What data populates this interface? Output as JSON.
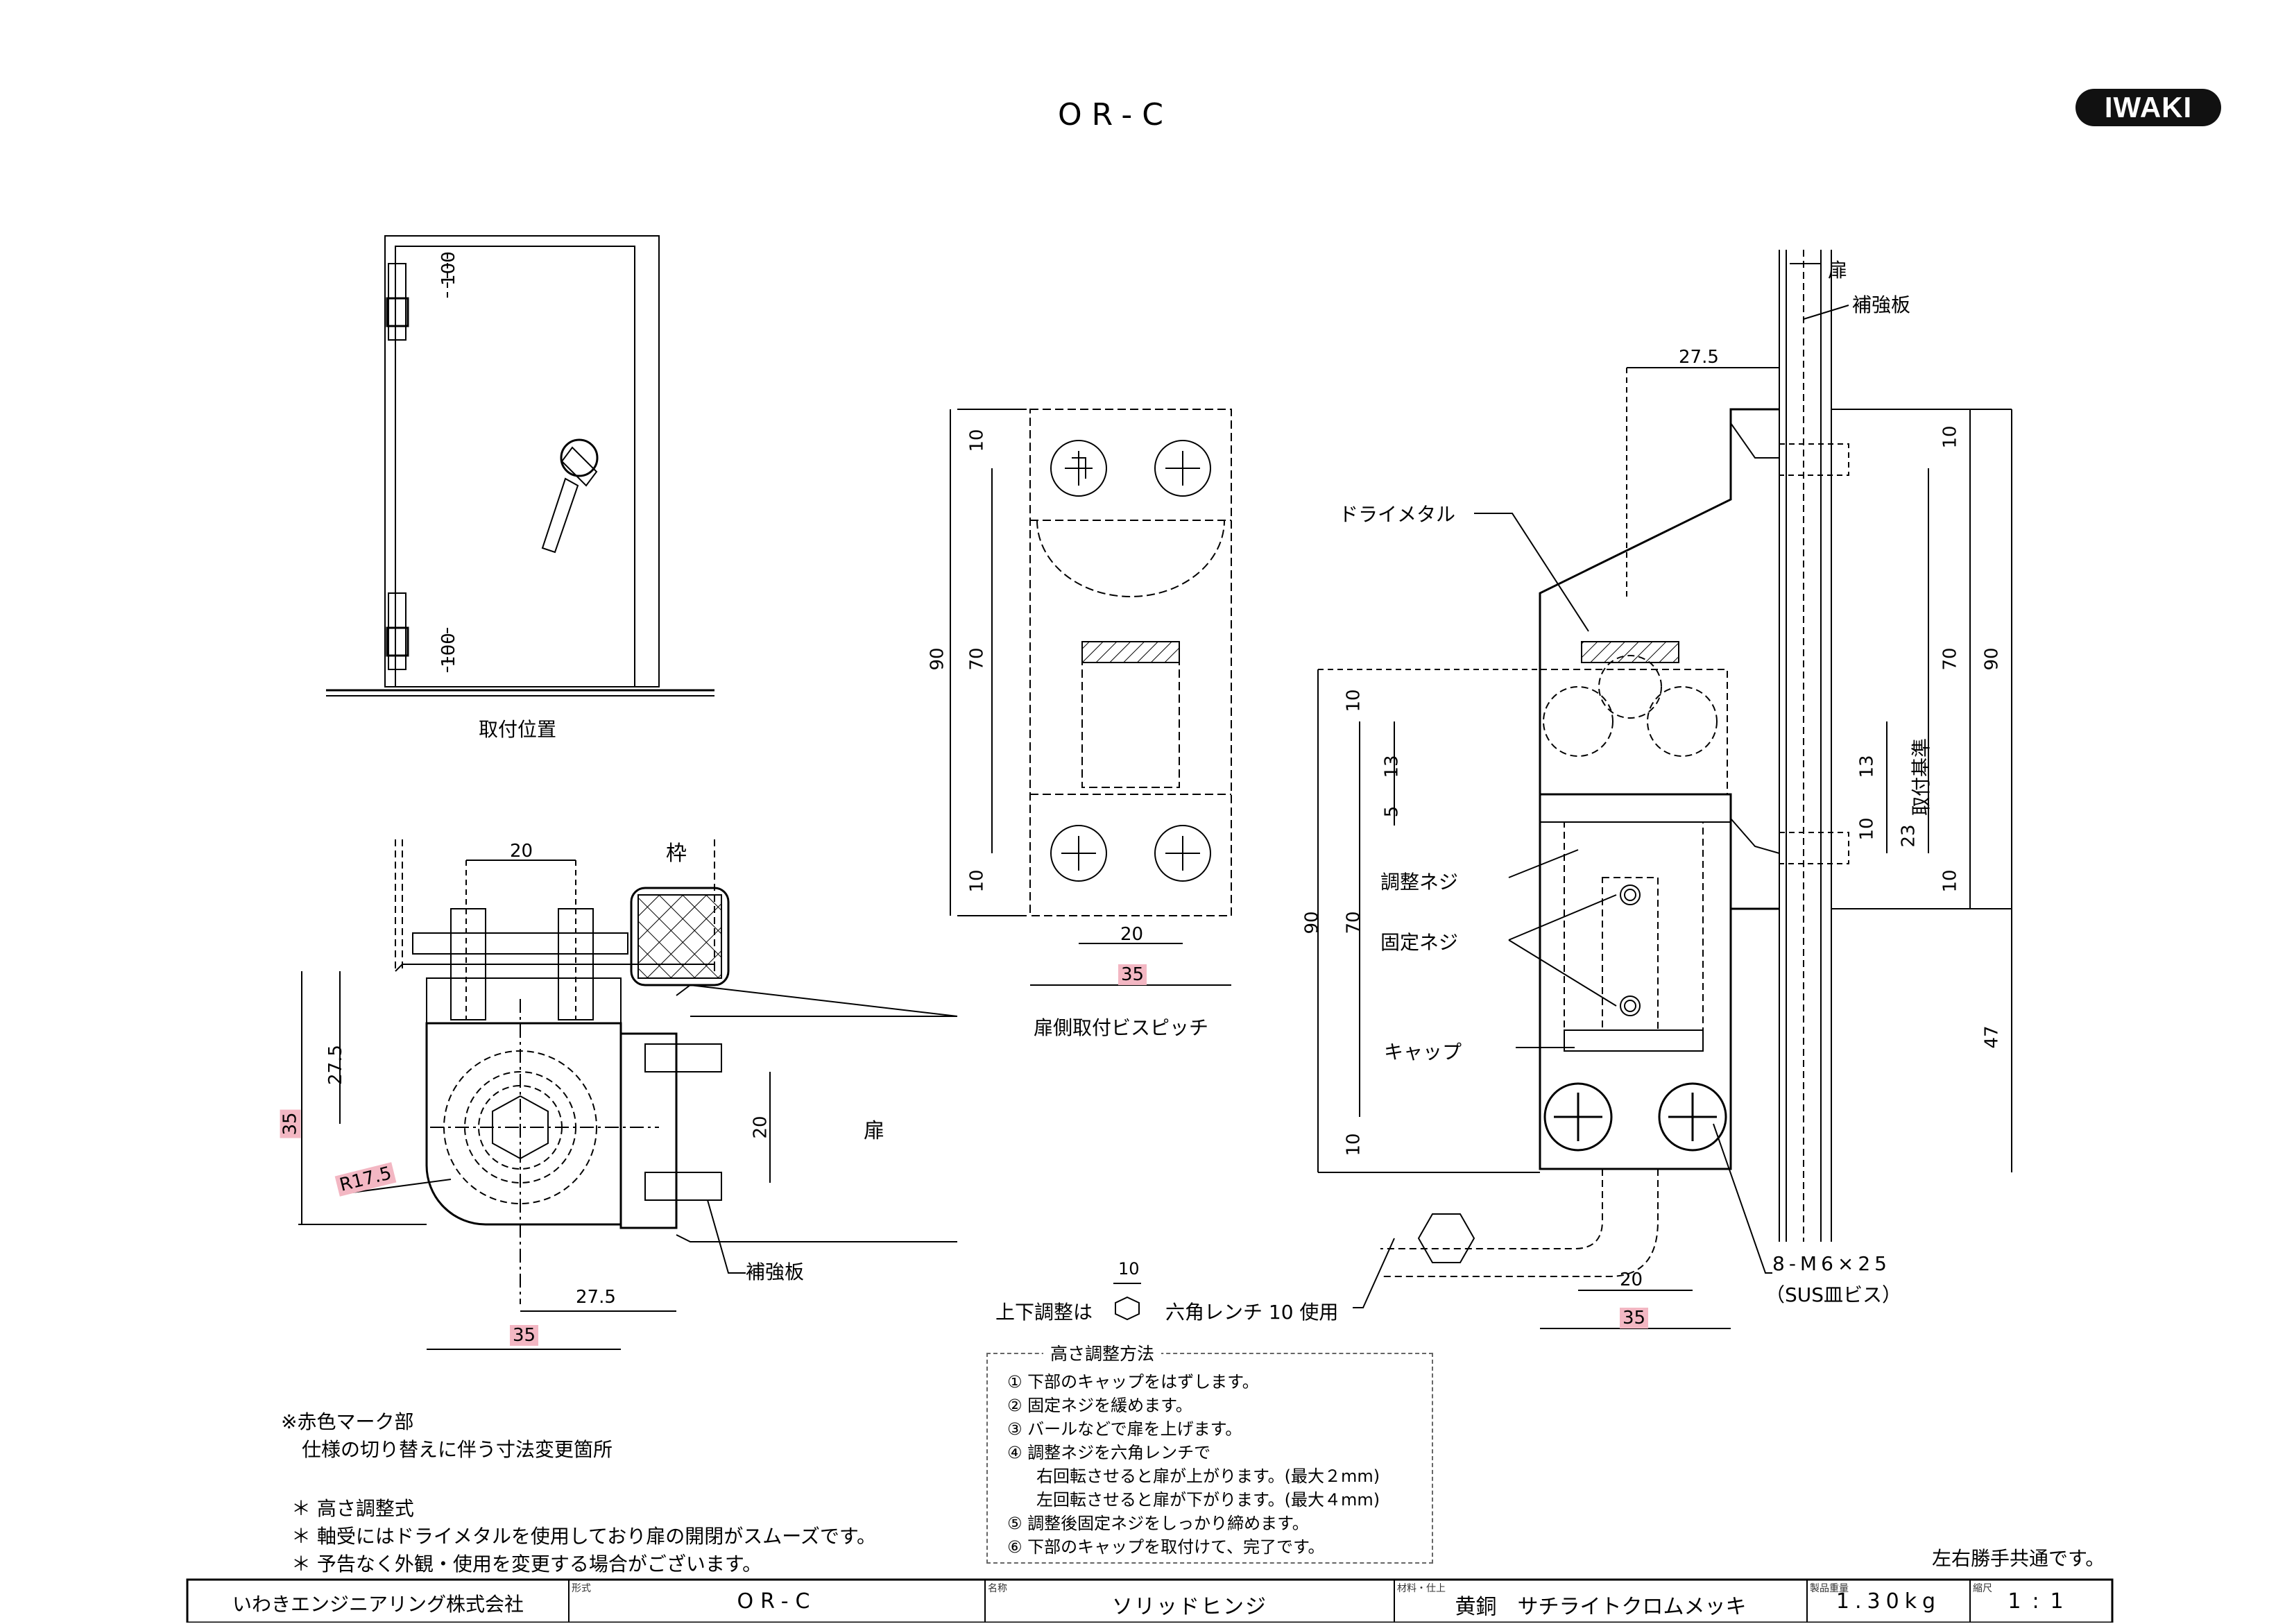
{
  "header": {
    "title": "OR-C",
    "logo": "IWAKI"
  },
  "install_view": {
    "dim_top": "100",
    "dim_bottom": "100",
    "caption": "取付位置"
  },
  "plan_view": {
    "dim_20": "20",
    "frame_label": "枠",
    "dim_27_5_v": "27.5",
    "dim_35_v": "35",
    "radius": "R17.5",
    "dim_20_v": "20",
    "door_label": "扉",
    "plate_label": "補強板",
    "dim_27_5_h": "27.5",
    "dim_35_h": "35"
  },
  "pitch_view": {
    "dim_90": "90",
    "dim_10_top": "10",
    "dim_70": "70",
    "dim_10_bottom": "10",
    "dim_20": "20",
    "dim_35": "35",
    "caption": "扉側取付ビスピッチ"
  },
  "side_view": {
    "door": "扉",
    "plate": "補強板",
    "dim_27_5": "27.5",
    "dry_metal": "ドライメタル",
    "r_10_top": "10",
    "r_70": "70",
    "r_90": "90",
    "r_13": "13",
    "r_ref": "取付基準",
    "r_23": "23",
    "r_10_mid": "10",
    "r_10_low": "10",
    "r_47": "47",
    "l_10_top": "10",
    "l_13": "13",
    "l_5": "5",
    "l_90": "90",
    "l_70": "70",
    "l_10_bottom": "10",
    "adjust_screw": "調整ネジ",
    "fix_screw": "固定ネジ",
    "cap": "キャップ",
    "dim_20": "20",
    "dim_35": "35",
    "screws": "8-M6×25",
    "screws_note": "（SUS皿ビス）",
    "hex_dim": "10",
    "hex_note_left": "上下調整は",
    "hex_note_right": "六角レンチ 10 使用"
  },
  "notes": {
    "red_mark_1": "※赤色マーク部",
    "red_mark_2": "仕様の切り替えに伴う寸法変更箇所",
    "bullets": [
      "＊ 高さ調整式",
      "＊ 軸受にはドライメタルを使用しており扉の開閉がスムーズです。",
      "＊ 予告なく外観・使用を変更する場合がございます。"
    ]
  },
  "adjust_box": {
    "heading": "高さ調整方法",
    "steps": [
      "① 下部のキャップをはずします。",
      "② 固定ネジを緩めます。",
      "③ バールなどで扉を上げます。",
      "④ 調整ネジを六角レンチで",
      "右回転させると扉が上がります。(最大２mm)",
      "左回転させると扉が下がります。(最大４mm)",
      "⑤ 調整後固定ネジをしっかり締めます。",
      "⑥ 下部のキャップを取付けて、完了です。"
    ]
  },
  "common_note": "左右勝手共通です。",
  "title_block": {
    "company": "いわきエンジニアリング株式会社",
    "model_caption": "形式",
    "model": "OR-C",
    "name_caption": "名称",
    "name": "ソリッドヒンジ",
    "material_caption": "材料・仕上",
    "material": "黄銅　サチライトクロムメッキ",
    "weight_caption": "製品重量",
    "weight": "1.30kg",
    "scale_caption": "縮尺",
    "scale": "1:1"
  }
}
